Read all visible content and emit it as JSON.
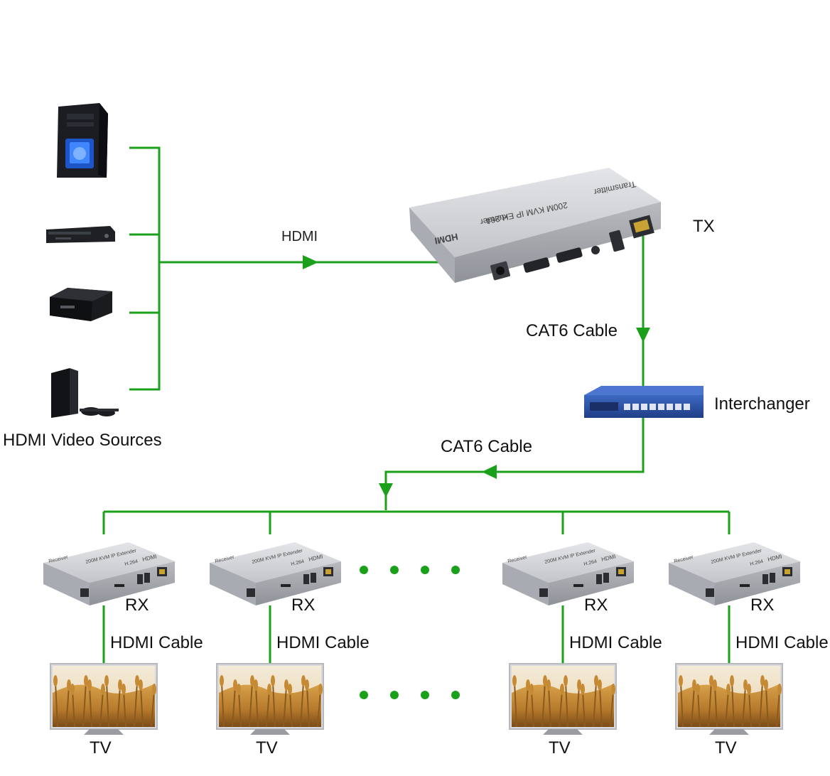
{
  "colors": {
    "line": "#1aa01a",
    "device_body": "#c9cbcf",
    "device_dark": "#8d9096",
    "switch_blue": "#2a4f9e",
    "text": "#111111"
  },
  "sources": {
    "caption": "HDMI Video Sources",
    "items": [
      {
        "icon": "desktop-pc-icon"
      },
      {
        "icon": "dvd-player-icon"
      },
      {
        "icon": "set-top-box-icon"
      },
      {
        "icon": "game-console-icon"
      }
    ]
  },
  "links": {
    "hdmi_label": "HDMI",
    "cat6_label_1": "CAT6 Cable",
    "cat6_label_2": "CAT6 Cable",
    "hdmi_cable_label": "HDMI Cable"
  },
  "transmitter": {
    "label": "TX",
    "icon": "kvm-transmitter-icon",
    "printed_brand": "HDMI",
    "printed_codec": "H.264",
    "printed_model": "200M KVM IP Extender",
    "printed_role": "Transmitter"
  },
  "switch": {
    "label": "Interchanger",
    "icon": "network-switch-icon",
    "ports": 8
  },
  "receivers": [
    {
      "label": "RX",
      "cable_label": "HDMI Cable",
      "tv_label": "TV"
    },
    {
      "label": "RX",
      "cable_label": "HDMI Cable",
      "tv_label": "TV"
    },
    {
      "label": "RX",
      "cable_label": "HDMI Cable",
      "tv_label": "TV"
    },
    {
      "label": "RX",
      "cable_label": "HDMI Cable",
      "tv_label": "TV"
    }
  ],
  "receiver_device": {
    "printed_brand": "HDMI",
    "printed_codec": "H.264",
    "printed_model": "200M KVM IP Extender",
    "printed_role": "Receiver"
  },
  "ellipsis_dots": 4
}
